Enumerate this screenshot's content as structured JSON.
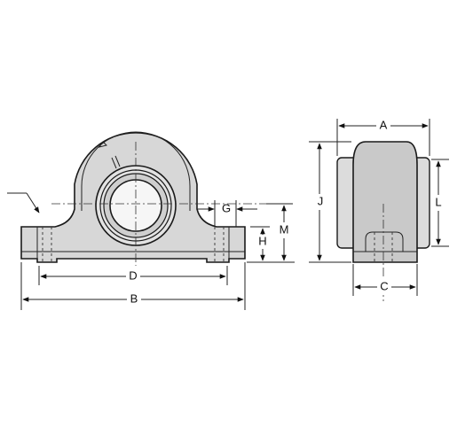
{
  "labels": {
    "A": "A",
    "B": "B",
    "C": "C",
    "D": "D",
    "G": "G",
    "H": "H",
    "J": "J",
    "L": "L",
    "M": "M"
  },
  "colors": {
    "line": "#1a1a1a",
    "fill": "#d7d7d7",
    "background": "#ffffff"
  }
}
